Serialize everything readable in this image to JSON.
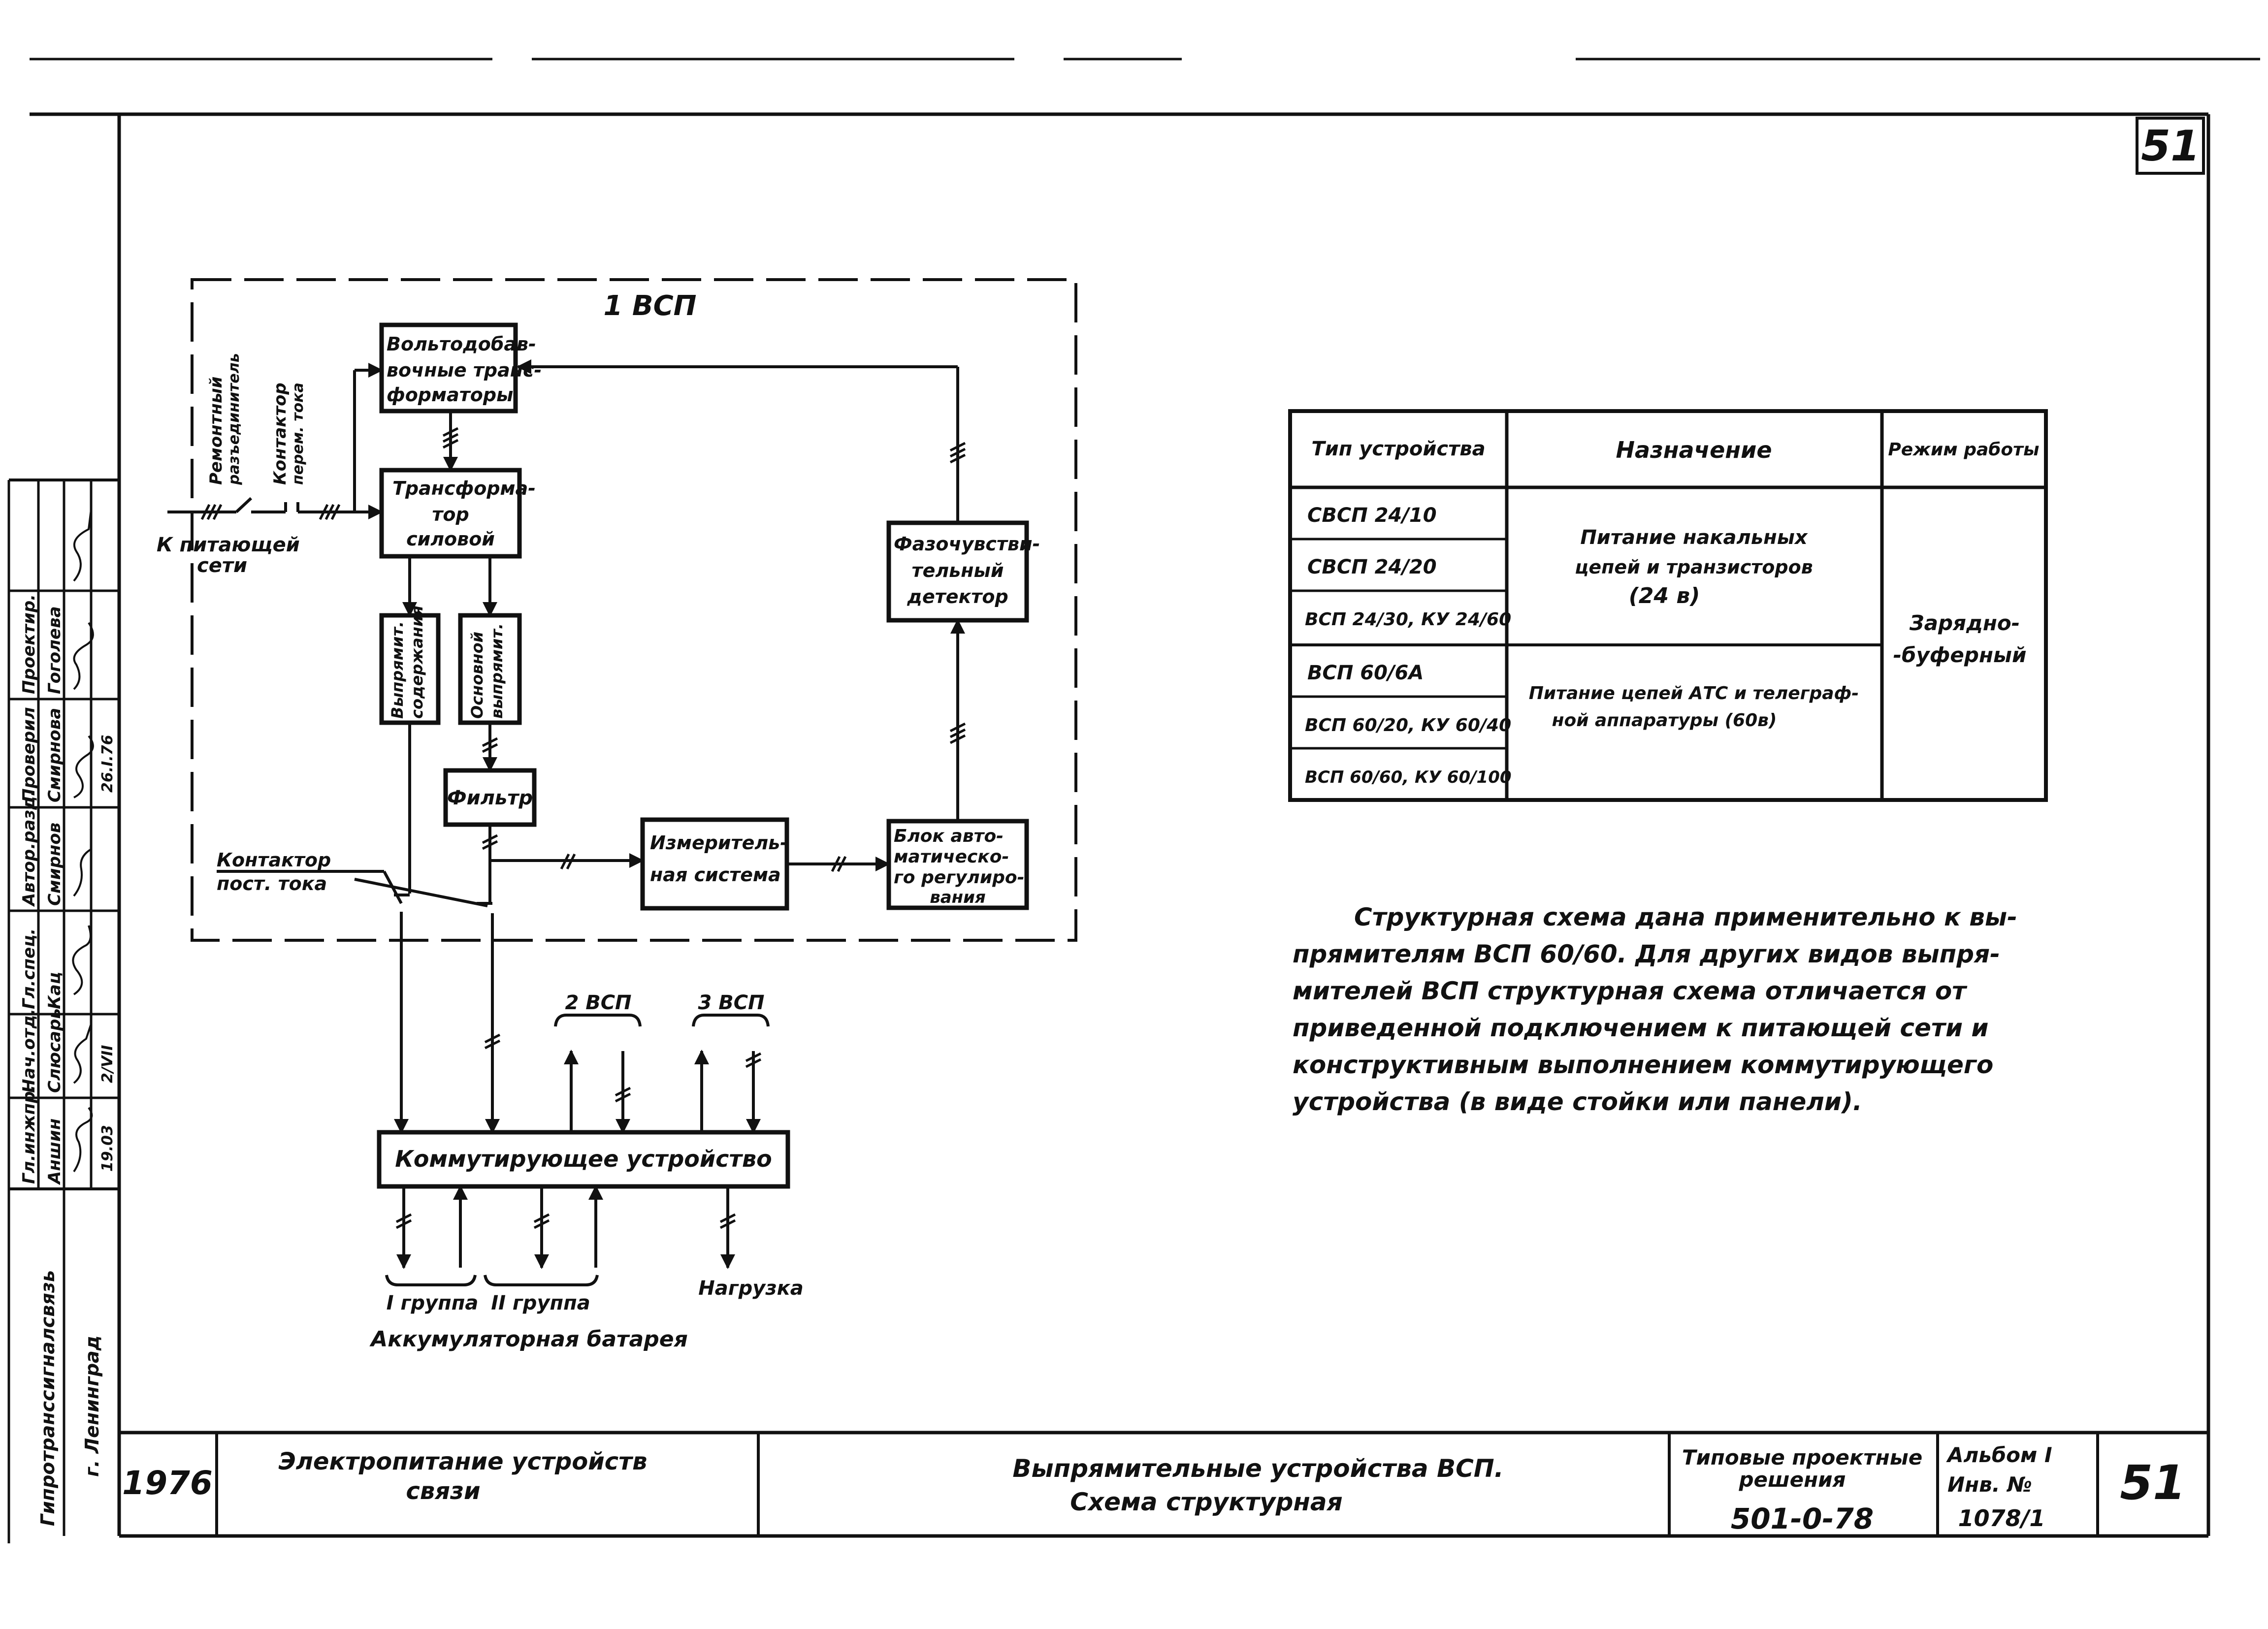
{
  "page_number": "51",
  "diagram": {
    "region_title": "1 ВСП",
    "blocks": {
      "volt_add": [
        "Вольтодобав-",
        "вочные транс-",
        "форматоры"
      ],
      "transformer": [
        "Трансформа-",
        "тор",
        "силовой"
      ],
      "phase_detector": [
        "Фазочувстви-",
        "тельный",
        "детектор"
      ],
      "rect_maint": [
        "Выпрямит.",
        "содержания"
      ],
      "rect_main": [
        "Основной",
        "выпрямит."
      ],
      "filter": "Фильтр",
      "measuring": [
        "Измеритель-",
        "ная система"
      ],
      "auto_reg": [
        "Блок авто-",
        "матическо-",
        "го регулиро-",
        "вания"
      ],
      "switching": "Коммутирующее устройство"
    },
    "labels": {
      "repair_disconnector": [
        "Ремонтный",
        "разъединитель"
      ],
      "ac_contactor": [
        "Контактор",
        "перем. тока"
      ],
      "to_supply": [
        "К питающей",
        "сети"
      ],
      "dc_contactor": [
        "Контактор",
        "пост. тока"
      ],
      "vsp2": "2 ВСП",
      "vsp3": "3 ВСП",
      "group1": "I группа",
      "group2": "II группа",
      "load": "Нагрузка",
      "battery": "Аккумуляторная батарея"
    }
  },
  "table": {
    "headers": [
      "Тип устройства",
      "Назначение",
      "Режим работы"
    ],
    "types": [
      "СВСП 24/10",
      "СВСП 24/20",
      "ВСП 24/30, КУ 24/60",
      "ВСП 60/6А",
      "ВСП 60/20, КУ 60/40",
      "ВСП 60/60, КУ 60/100"
    ],
    "purpose_1": [
      "Питание накальных",
      "цепей и транзисторов",
      "(24 в)"
    ],
    "purpose_2": [
      "Питание цепей АТС и телеграф-",
      "ной аппаратуры (60в)"
    ],
    "mode": [
      "Зарядно-",
      "-буферный"
    ]
  },
  "note": [
    "Структурная схема дана применительно к вы-",
    "прямителям ВСП 60/60. Для других видов выпря-",
    "мителей ВСП структурная схема отличается от",
    "приведенной подключением к питающей сети и",
    "конструктивным выполнением коммутирующего",
    "устройства (в виде стойки или панели)."
  ],
  "side_stamp": {
    "roles": [
      "Гл.инжпр.",
      "Нач.отд.",
      "Гл.спец.",
      "Автор.разд.",
      "Проверил",
      "Проектир."
    ],
    "names": [
      "Аншин",
      "Слюсарь",
      "Кац",
      "Смирнов",
      "Смирнова",
      "Гоголева"
    ],
    "dates": [
      "19.03",
      "2/VII",
      "",
      "",
      "26.I.76",
      ""
    ],
    "org": [
      "Гипротранссигналсвязь",
      "г. Ленинград"
    ]
  },
  "title_block": {
    "year": "1976",
    "subject": [
      "Электропитание устройств",
      "связи"
    ],
    "title": [
      "Выпрямительные устройства ВСП.",
      "Схема структурная"
    ],
    "series": [
      "Типовые проектные",
      "решения"
    ],
    "code": "501-0-78",
    "album_label": "Альбом I",
    "inv_label": "Инв. №",
    "inv_no": "1078/1",
    "sheet": "51"
  }
}
